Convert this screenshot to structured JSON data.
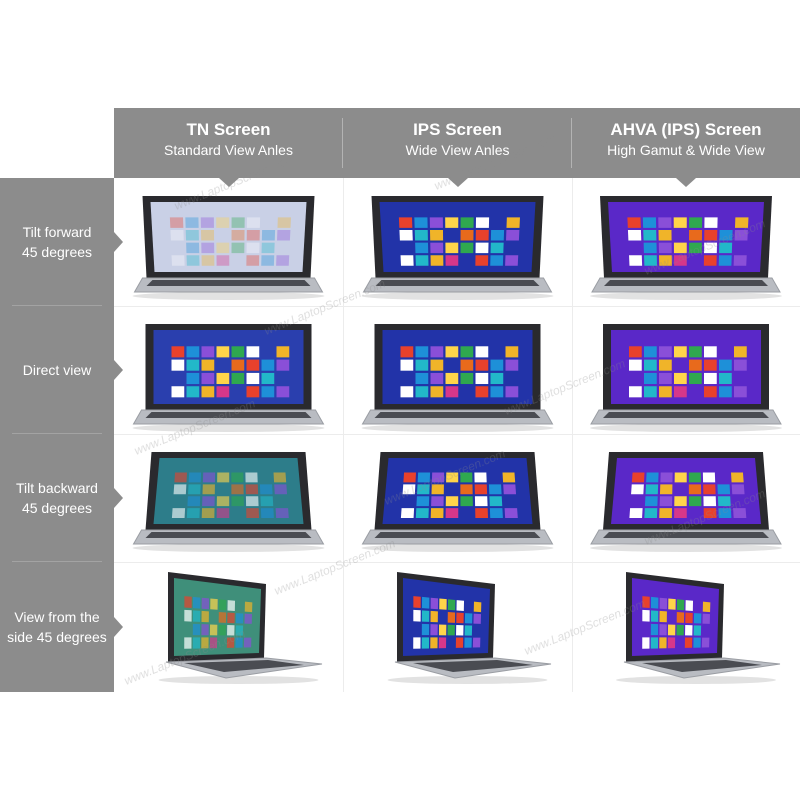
{
  "columns": [
    {
      "title": "TN Screen",
      "subtitle": "Standard View Anles"
    },
    {
      "title": "IPS Screen",
      "subtitle": "Wide View Anles"
    },
    {
      "title": "AHVA (IPS) Screen",
      "subtitle": "High Gamut & Wide View"
    }
  ],
  "rows": [
    {
      "label_line1": "Tilt forward",
      "label_line2": "45 degrees"
    },
    {
      "label_line1": "Direct view",
      "label_line2": ""
    },
    {
      "label_line1": "Tilt backward",
      "label_line2": "45 degrees"
    },
    {
      "label_line1": "View from the",
      "label_line2": "side 45 degrees"
    }
  ],
  "watermark": "www.LaptopScreen.com",
  "colors": {
    "header_bg": "#8c8c8c",
    "ips_screen": "#2233a8",
    "ahva_screen": "#5a28c8",
    "tn_washed": "#c9d0e6",
    "tn_direct": "#2a3fae",
    "tn_green": "#3f8f7a"
  },
  "icons": [
    "laptop-icon"
  ]
}
